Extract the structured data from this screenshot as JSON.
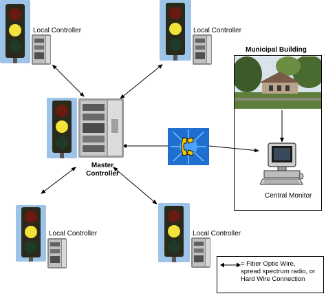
{
  "nodes": {
    "local_top_left": {
      "label": "Local Controller"
    },
    "local_top_right": {
      "label": "Local Controller"
    },
    "local_bottom_left": {
      "label": "Local Controller"
    },
    "local_bottom_right": {
      "label": "Local Controller"
    },
    "master": {
      "label_line1": "Master",
      "label_line2": "Controller"
    },
    "central_monitor": {
      "label": "Central Monitor"
    }
  },
  "municipal": {
    "title": "Municipal Building"
  },
  "legend": {
    "line1": "= Fiber Optic Wire,",
    "line2": "spread spectrum radio, or",
    "line3": "Hard Wire Connection"
  },
  "icons": {
    "traffic_light": "traffic-light-icon",
    "cabinet": "controller-cabinet-icon",
    "phone": "telephone-icon",
    "computer": "computer-monitor-icon",
    "building": "building-photo"
  },
  "colors": {
    "sky": "#9ec3e8",
    "light_body": "#2a2a1a",
    "red_lamp": "#6a1a10",
    "yellow_lamp": "#f2e23a",
    "green_lamp": "#1f3a2a",
    "phone_bg": "#1e6fd0",
    "phone_handset": "#f5c400"
  }
}
